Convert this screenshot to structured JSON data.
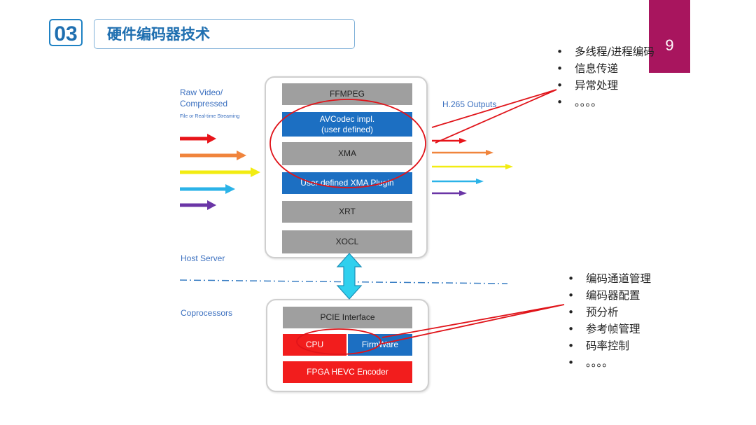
{
  "header": {
    "number": "03",
    "title": "硬件编码器技术"
  },
  "page_number": "9",
  "input": {
    "label_line1": "Raw Video/",
    "label_line2": "Compressed",
    "sublabel": "File or Real-time Streaming"
  },
  "output_label": "H.265 Outputs",
  "host": {
    "label": "Host Server",
    "blocks": {
      "ffmpeg": "FFMPEG",
      "avcodec_line1": "AVCodec impl.",
      "avcodec_line2": "(user defined)",
      "xma": "XMA",
      "plugin": "User defined XMA Plugin",
      "xrt": "XRT",
      "xocl": "XOCL"
    }
  },
  "coprocessor": {
    "label": "Coprocessors",
    "blocks": {
      "pcie": "PCIE Interface",
      "cpu": "CPU",
      "firmware": "FirmWare",
      "encoder": "FPGA HEVC Encoder"
    }
  },
  "callout_top": {
    "items": [
      "多线程/进程编码",
      "信息传递",
      "异常处理",
      "。。。。"
    ]
  },
  "callout_bottom": {
    "items": [
      "编码通道管理",
      "编码器配置",
      "预分析",
      "参考帧管理",
      "码率控制",
      "。。。。"
    ]
  },
  "colors": {
    "accent_blue": "#1f6fb0",
    "block_gray": "#9f9f9f",
    "block_blue": "#1c6fc2",
    "block_red": "#f21d1d",
    "corner_magenta": "#a8155e",
    "callout_red": "#e0141a",
    "bus_cyan": "#2fd0ee",
    "arrow_colors": [
      "#e8141a",
      "#f0843c",
      "#f2ec12",
      "#2bb3e8",
      "#6a35a6"
    ]
  }
}
